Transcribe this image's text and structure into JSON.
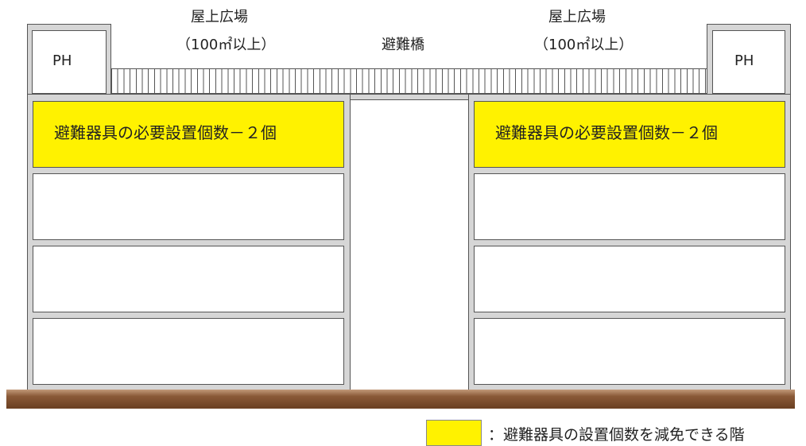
{
  "labels": {
    "rooftop_left_line1": "屋上広場",
    "rooftop_left_line2": "（100㎡以上）",
    "rooftop_right_line1": "屋上広場",
    "rooftop_right_line2": "（100㎡以上）",
    "bridge": "避難橋"
  },
  "buildings": {
    "left": {
      "penthouse": "PH",
      "floors": [
        "避難器具の必要設置個数－２個",
        "",
        "",
        ""
      ]
    },
    "right": {
      "penthouse": "PH",
      "floors": [
        "避難器具の必要設置個数－２個",
        "",
        "",
        ""
      ]
    }
  },
  "legend": {
    "text": "：避難器具の設置個数を減免できる階",
    "color": "#fff200"
  },
  "colors": {
    "highlight": "#fff200",
    "wall": "#d6d6d6",
    "ground": "#8a5a38"
  }
}
